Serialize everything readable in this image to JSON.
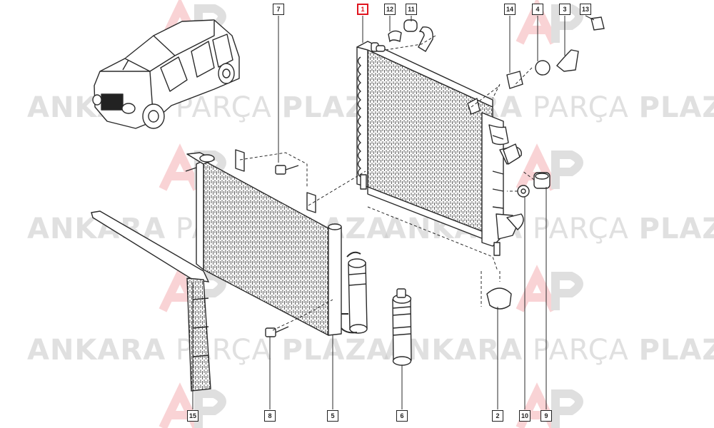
{
  "watermark": {
    "word1": "ANKARA",
    "word2": "PARÇA",
    "word3": "PLAZA",
    "logo_letters": "AP"
  },
  "callouts": [
    {
      "id": "1",
      "highlight": true
    },
    {
      "id": "12"
    },
    {
      "id": "11"
    },
    {
      "id": "7"
    },
    {
      "id": "14"
    },
    {
      "id": "4"
    },
    {
      "id": "3"
    },
    {
      "id": "13"
    },
    {
      "id": "15"
    },
    {
      "id": "8"
    },
    {
      "id": "5"
    },
    {
      "id": "6"
    },
    {
      "id": "2"
    },
    {
      "id": "10"
    },
    {
      "id": "9"
    }
  ],
  "colors": {
    "line": "#2a2a2a",
    "highlight": "#e0141e",
    "watermark": "#c8c8c8"
  }
}
